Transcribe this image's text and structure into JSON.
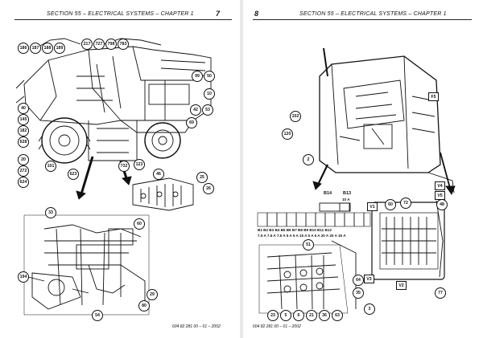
{
  "left_page": {
    "header": "SECTION 55 – ELECTRICAL SYSTEMS – CHAPTER 1",
    "page_number": "7",
    "footer": "604 82 281 00 – 01 – 2002",
    "callouts": [
      "186",
      "187",
      "188",
      "189",
      "217",
      "727",
      "798",
      "783",
      "99",
      "50",
      "10",
      "42",
      "53",
      "69",
      "40",
      "145",
      "182",
      "628",
      "20",
      "272",
      "624",
      "101",
      "623",
      "732",
      "123",
      "46",
      "25",
      "26",
      "33",
      "60",
      "194",
      "29",
      "80",
      "54"
    ]
  },
  "right_page": {
    "header": "SECTION 55 – ELECTRICAL SYSTEMS – CHAPTER 1",
    "page_number": "8",
    "footer": "604 82 281 00 – 01 – 2002",
    "callouts_round": [
      "102",
      "120",
      "2",
      "60",
      "72",
      "48",
      "51",
      "64",
      "35",
      "3",
      "23",
      "5",
      "6",
      "21",
      "36",
      "63",
      "77"
    ],
    "callouts_square": [
      "F5",
      "V1",
      "V4",
      "V5",
      "V3",
      "V2"
    ],
    "fuse_block": {
      "b14": "B14",
      "b13": "B13",
      "b13_amp": "10 A",
      "fuse_ids": "B1 B2 B3 B4 B5 B6 B7 B8 B9 B10 B11 B12",
      "fuse_amps": "7.5 A 7.5 A 7.5 A 5 A 5 A 15 A 5 A 5 A 20 A 20 A 15 A"
    }
  }
}
